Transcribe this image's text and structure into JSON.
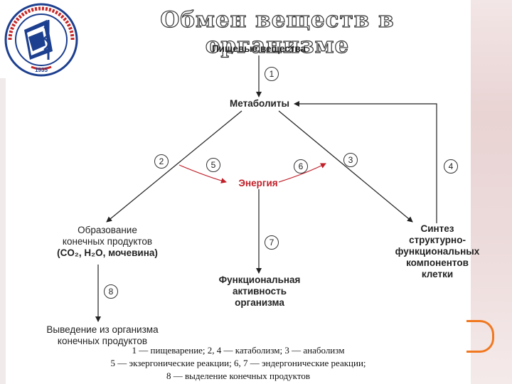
{
  "title": "Обмен веществ в организме",
  "logo": {
    "year": "1935",
    "icon": "medical-university-emblem"
  },
  "nodes": {
    "food": "Пищевые вещества",
    "metabolites": "Метаболиты",
    "energy": "Энергия",
    "end_products_line1": "Образование",
    "end_products_line2": "конечных продуктов",
    "end_products_line3": "(CO₂, H₂O, мочевина)",
    "synthesis_line1": "Синтез",
    "synthesis_line2": "структурно-",
    "synthesis_line3": "функциональных",
    "synthesis_line4": "компонентов",
    "synthesis_line5": "клетки",
    "functional_line1": "Функциональная",
    "functional_line2": "активность",
    "functional_line3": "организма",
    "excretion_line1": "Выведение из организма",
    "excretion_line2": "конечных продуктов"
  },
  "step_numbers": [
    "1",
    "2",
    "3",
    "4",
    "5",
    "6",
    "7",
    "8"
  ],
  "legend": {
    "line1": "1 — пищеварение; 2, 4 — катаболизм; 3 — анаболизм",
    "line2": "5 — экзергонические реакции; 6, 7 — эндергонические реакции;",
    "line3": "8 — выделение конечных продуктов"
  },
  "colors": {
    "energy": "#c0202a",
    "logo_blue": "#1d3f8f",
    "logo_red": "#c62828",
    "accent_orange": "#f07820"
  }
}
